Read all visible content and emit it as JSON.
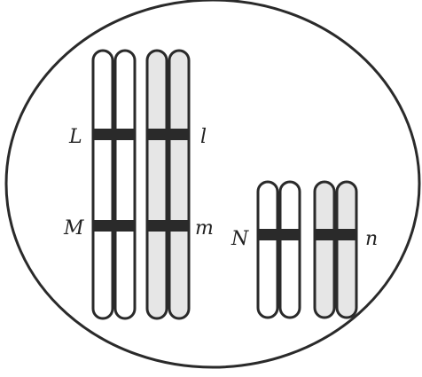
{
  "diagram": {
    "cell": {
      "fill": "#ffffff",
      "stroke": "#2a2a2a"
    },
    "colors": {
      "outline": "#2a2a2a",
      "band": "#2a2a2a",
      "chromatid_fill_white": "#ffffff",
      "chromatid_fill_gray": "#e6e6e6"
    },
    "chromosomes": [
      {
        "name": "large-chromosome-white",
        "fill": "white",
        "bands": [
          "L",
          "M"
        ]
      },
      {
        "name": "large-chromosome-gray",
        "fill": "gray",
        "bands": [
          "l",
          "m"
        ]
      },
      {
        "name": "small-chromosome-white",
        "fill": "white",
        "bands": [
          "N"
        ]
      },
      {
        "name": "small-chromosome-gray",
        "fill": "gray",
        "bands": [
          "n"
        ]
      }
    ],
    "labels": {
      "L": "L",
      "l": "l",
      "M": "M",
      "m": "m",
      "N": "N",
      "n": "n"
    }
  }
}
